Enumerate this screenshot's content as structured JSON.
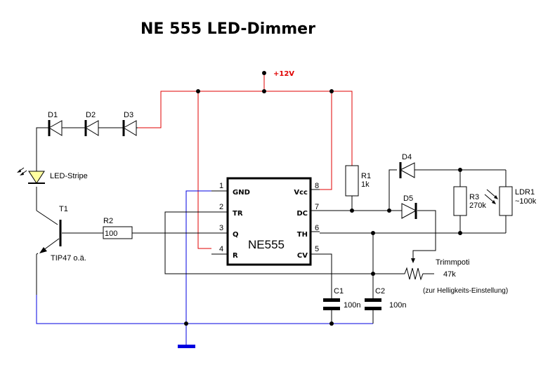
{
  "title": "NE 555 LED-Dimmer",
  "power": {
    "label": "+12V",
    "color": "#e00000"
  },
  "ground": {
    "color": "#0000e0"
  },
  "diodes": [
    {
      "ref": "D1"
    },
    {
      "ref": "D2"
    },
    {
      "ref": "D3"
    },
    {
      "ref": "D4"
    },
    {
      "ref": "D5"
    }
  ],
  "led": {
    "label": "LED-Stripe",
    "fill": "#ffffa0"
  },
  "transistor": {
    "ref": "T1",
    "type": "TIP47 o.ä."
  },
  "resistors": {
    "r1": {
      "ref": "R1",
      "value": "1k"
    },
    "r2": {
      "ref": "R2",
      "value": "100"
    },
    "r3": {
      "ref": "R3",
      "value": "270k"
    }
  },
  "ldr": {
    "ref": "LDR1",
    "value": "~100k"
  },
  "trimmer": {
    "ref": "Trimmpoti",
    "value": "47k",
    "note": "(zur Helligkeits-Einstellung)"
  },
  "capacitors": [
    {
      "ref": "C1",
      "value": "100n"
    },
    {
      "ref": "C2",
      "value": "100n"
    }
  ],
  "ic": {
    "name": "NE555",
    "pins_left": [
      {
        "num": "1",
        "name": "GND"
      },
      {
        "num": "2",
        "name": "TR"
      },
      {
        "num": "3",
        "name": "Q"
      },
      {
        "num": "4",
        "name": "R"
      }
    ],
    "pins_right": [
      {
        "num": "8",
        "name": "Vcc"
      },
      {
        "num": "7",
        "name": "DC"
      },
      {
        "num": "6",
        "name": "TH"
      },
      {
        "num": "5",
        "name": "CV"
      }
    ]
  }
}
